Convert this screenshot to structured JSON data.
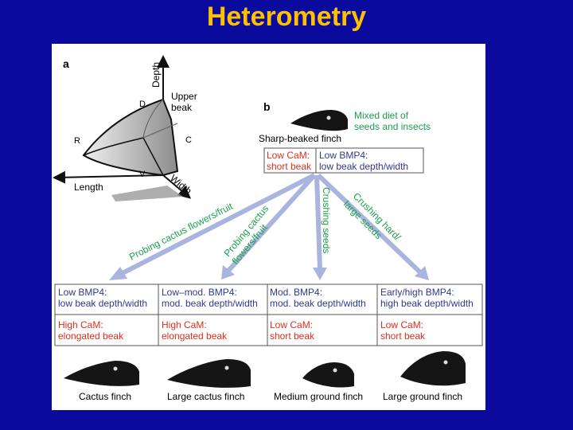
{
  "title": "Heterometry",
  "panel_a": {
    "letter": "a",
    "axis_depth": "Depth",
    "axis_length": "Length",
    "axis_width": "Width",
    "upper_beak": [
      "Upper",
      "beak"
    ],
    "pt_D": "D",
    "pt_R": "R",
    "pt_C": "C",
    "pt_V": "V"
  },
  "panel_b": {
    "letter": "b",
    "top_bird": "Sharp-beaked finch",
    "top_diet": [
      "Mixed diet of",
      "seeds and insects"
    ],
    "top_box": {
      "cam": [
        "Low CaM:",
        "short beak"
      ],
      "bmp": [
        "Low BMP4:",
        "low beak depth/width"
      ]
    },
    "arrows": [
      [
        "Probing cactus flowers/fruit"
      ],
      [
        "Probing cactus",
        "flowers/fruit"
      ],
      [
        "Crushing seeds"
      ],
      [
        "Crushing hard/",
        "large seeds"
      ]
    ],
    "bottom": [
      {
        "bmp": [
          "Low BMP4:",
          "low beak depth/width"
        ],
        "cam": [
          "High CaM:",
          "elongated beak"
        ],
        "name": "Cactus finch"
      },
      {
        "bmp": [
          "Low–mod. BMP4:",
          "mod. beak depth/width"
        ],
        "cam": [
          "High CaM:",
          "elongated beak"
        ],
        "name": "Large cactus finch"
      },
      {
        "bmp": [
          "Mod. BMP4:",
          "mod. beak depth/width"
        ],
        "cam": [
          "Low CaM:",
          "short beak"
        ],
        "name": "Medium ground finch"
      },
      {
        "bmp": [
          "Early/high BMP4:",
          "high beak depth/width"
        ],
        "cam": [
          "Low CaM:",
          "short beak"
        ],
        "name": "Large ground finch"
      }
    ]
  },
  "colors": {
    "background": "#0a0a9c",
    "title": "#ffc000",
    "cam_red": "#d8301e",
    "bmp_blue": "#2e3a8c",
    "diet_green": "#1aa04a",
    "arrow": "#a9b4df"
  }
}
